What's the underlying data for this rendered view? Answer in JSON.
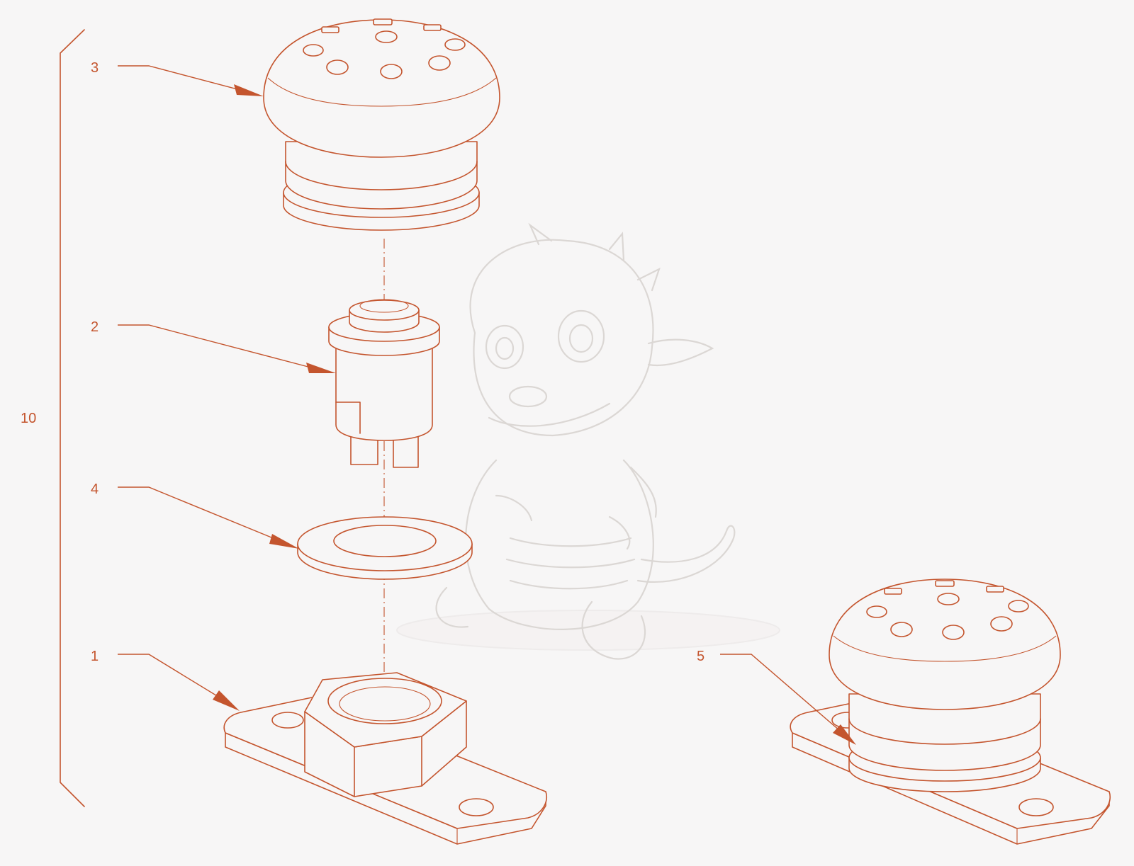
{
  "callouts": {
    "assembly": "10",
    "cap": "3",
    "switch": "2",
    "washer": "4",
    "base": "1",
    "assembled": "5"
  },
  "colors": {
    "line": "#c4552e",
    "background": "#f7f6f6",
    "watermark": "#d7d2cf"
  }
}
